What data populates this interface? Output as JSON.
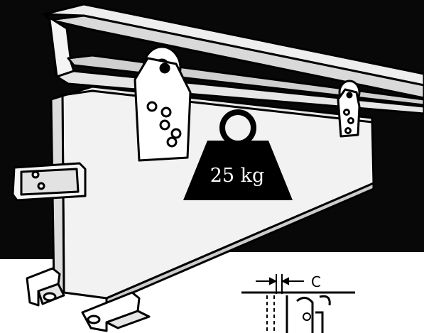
{
  "weight": {
    "label": "25 kg"
  },
  "dimension": {
    "label": "C"
  },
  "icons": {
    "rail": "overhead-track-rail",
    "door": "sliding-door-panel",
    "hanger_left": "roller-hanger",
    "hanger_right": "roller-hanger",
    "weight": "kettlebell-weight",
    "handle": "door-pull-handle",
    "guide": "floor-guide-bracket",
    "detail": "clearance-detail"
  },
  "colors": {
    "ink": "#000000",
    "paper": "#ffffff",
    "panel": "#f2f2f2"
  }
}
